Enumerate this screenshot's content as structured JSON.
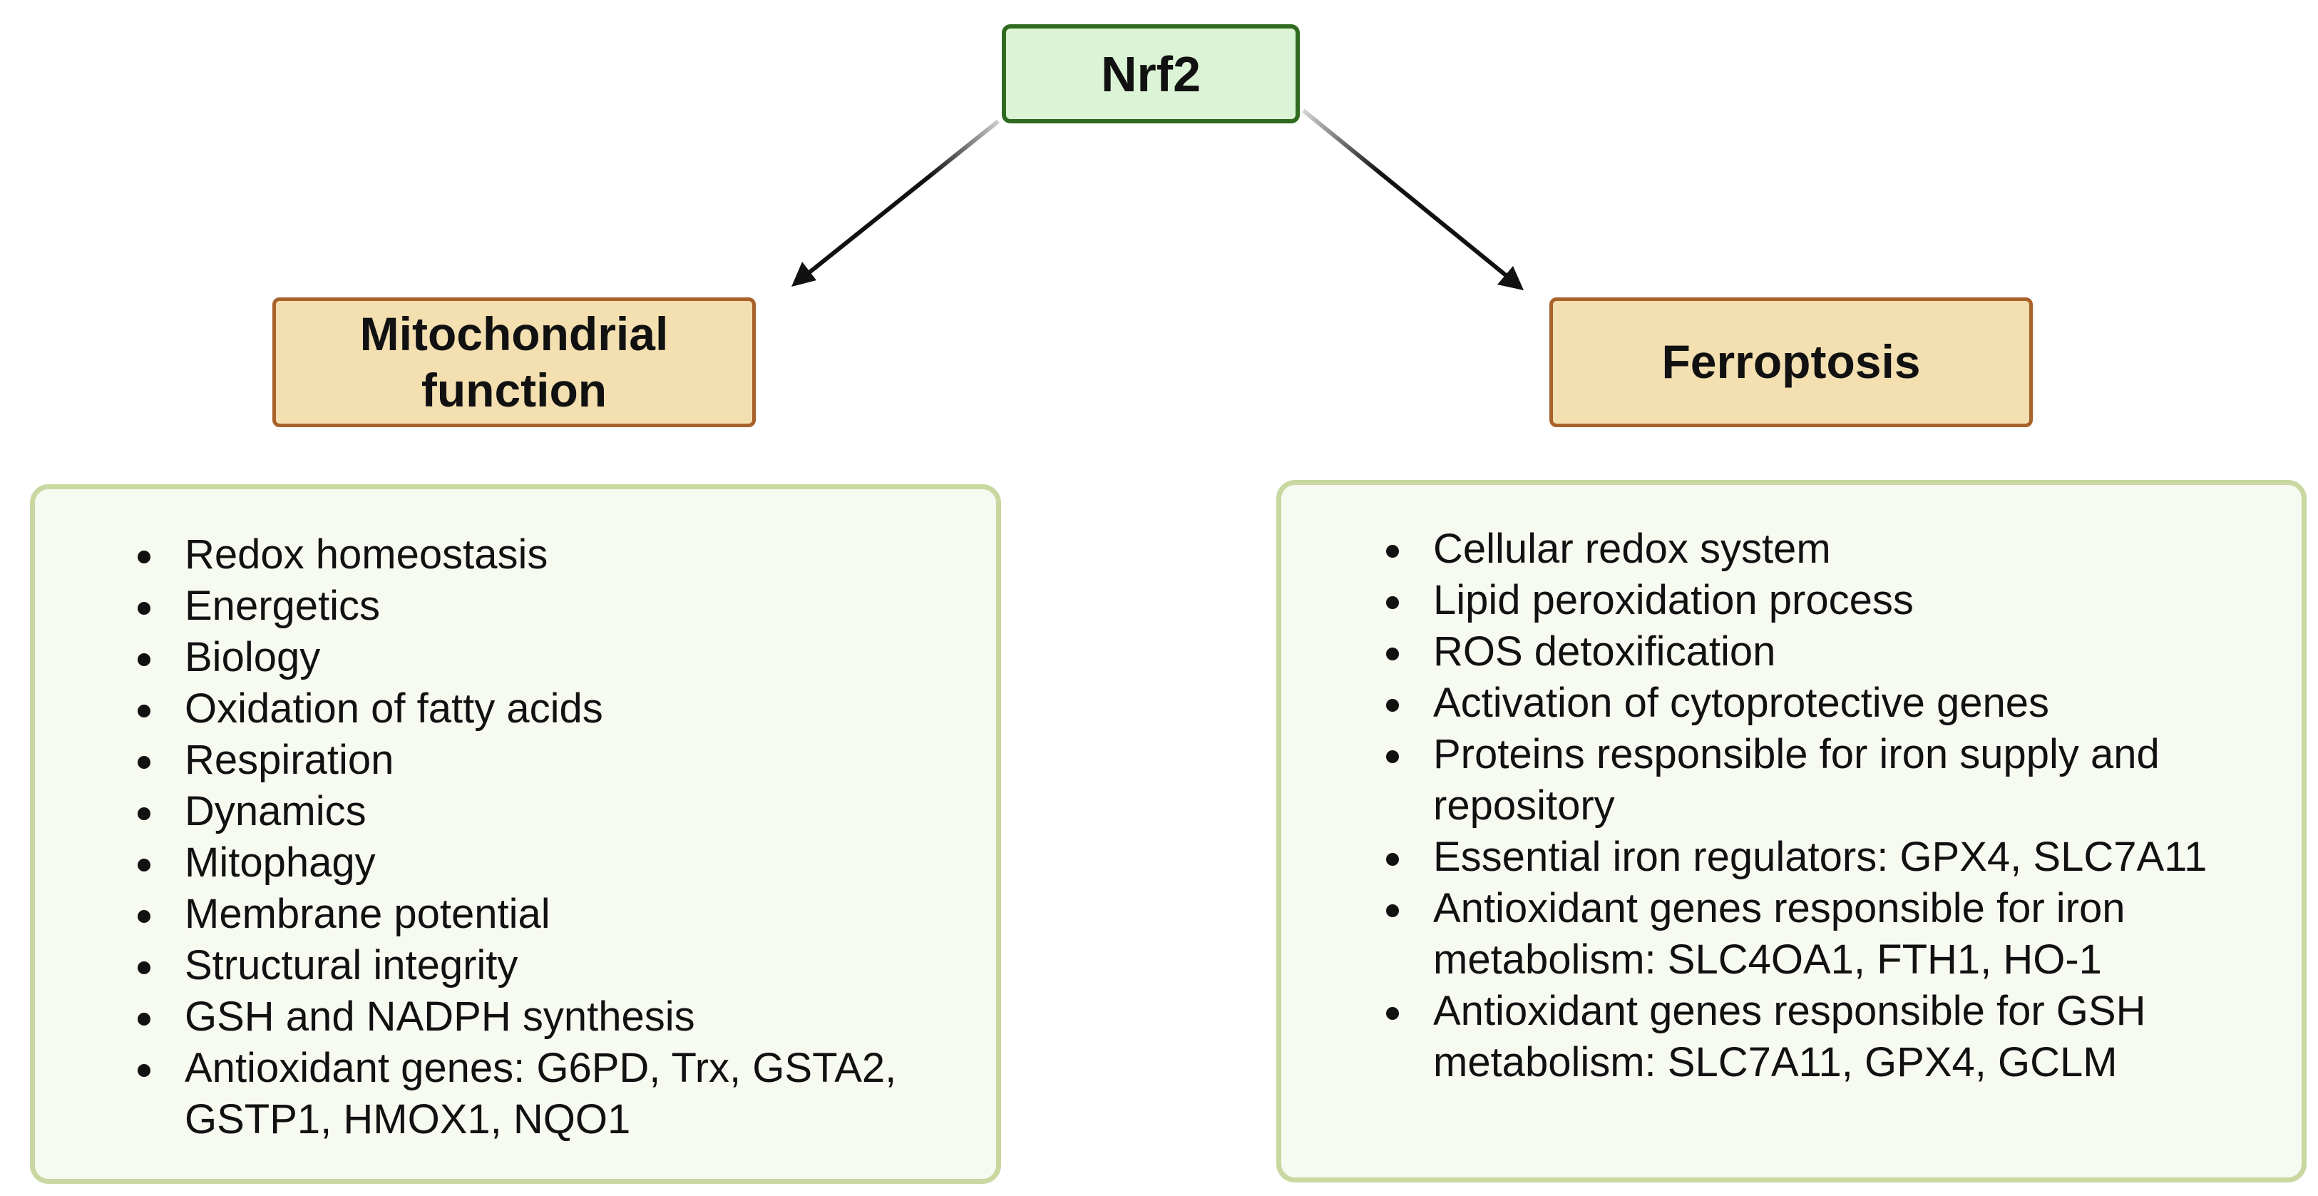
{
  "diagram": {
    "root": {
      "label": "Nrf2"
    },
    "branches": [
      {
        "label": "Mitochondrial\nfunction",
        "items": [
          "Redox homeostasis",
          "Energetics",
          "Biology",
          "Oxidation of fatty acids",
          "Respiration",
          "Dynamics",
          "Mitophagy",
          "Membrane potential",
          "Structural integrity",
          "GSH and NADPH synthesis",
          "Antioxidant genes: G6PD, Trx, GSTA2, GSTP1, HMOX1, NQO1"
        ]
      },
      {
        "label": "Ferroptosis",
        "items": [
          "Cellular redox system",
          "Lipid peroxidation process",
          "ROS detoxification",
          "Activation of cytoprotective genes",
          "Proteins responsible for iron supply and repository",
          "Essential iron regulators: GPX4, SLC7A11",
          "Antioxidant genes responsible for iron metabolism: SLC4OA1, FTH1, HO-1",
          "Antioxidant genes responsible for GSH metabolism: SLC7A11, GPX4, GCLM"
        ]
      }
    ],
    "colors": {
      "root_fill": "#dcf4d6",
      "root_border": "#2f6b1f",
      "category_fill": "#f3dfb0",
      "category_border": "#a8622a",
      "panel_fill": "#f6faf0",
      "panel_border": "#c8d8a0",
      "arrow": "#111111"
    }
  }
}
